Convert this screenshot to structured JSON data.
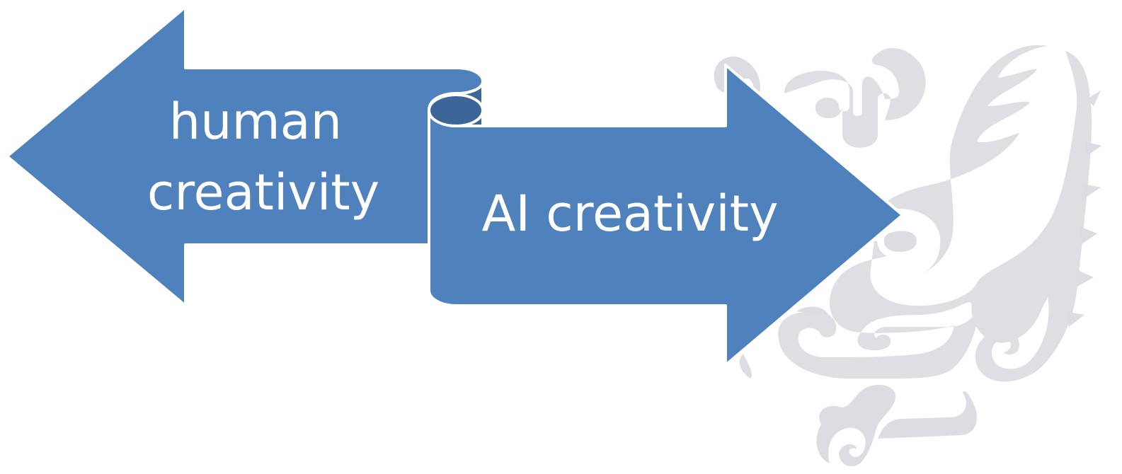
{
  "diagram": {
    "left_arrow": {
      "line1": "human",
      "line2": "creativity"
    },
    "right_arrow": {
      "label": "AI creativity"
    }
  },
  "colors": {
    "arrow_fill": "#4f81bd",
    "arrow_fold": "#3d6698",
    "arrow_outline": "#ffffff",
    "ornament": "#dcdce2",
    "background": "#ffffff"
  },
  "icons": {
    "ornament": "maori-koru-ornament"
  }
}
